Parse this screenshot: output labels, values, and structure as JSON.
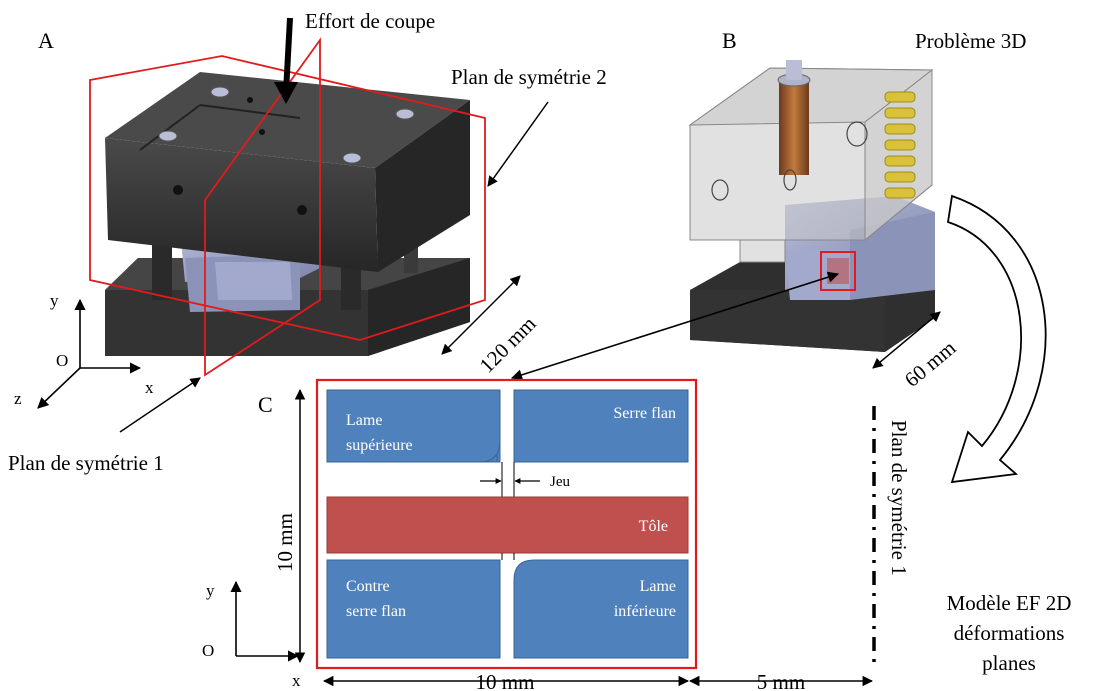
{
  "panels": {
    "a": "A",
    "b": "B",
    "c": "C"
  },
  "top": {
    "effort": "Effort de coupe",
    "plan2": "Plan de symétrie 2",
    "plan1": "Plan de symétrie 1",
    "probleme3d": "Problème 3D",
    "dim120": "120 mm",
    "dim60": "60 mm"
  },
  "axes_top": {
    "y": "y",
    "o": "O",
    "x": "x",
    "z": "z"
  },
  "model": {
    "lame_sup_1": "Lame",
    "lame_sup_2": "supérieure",
    "serre_flan": "Serre flan",
    "jeu": "Jeu",
    "tole": "Tôle",
    "contre_1": "Contre",
    "contre_2": "serre flan",
    "lame_inf_1": "Lame",
    "lame_inf_2": "inférieure",
    "dim10_v": "10 mm",
    "dim10_h": "10 mm",
    "dim5": "5 mm",
    "plan1_vert": "Plan de symétrie 1",
    "modele_1": "Modèle EF 2D",
    "modele_2": "déformations",
    "modele_3": "planes"
  },
  "axes_bottom": {
    "y": "y",
    "o": "O",
    "x": "x"
  },
  "colors": {
    "blue_block": "#4f81bd",
    "red_block": "#c0504d",
    "frame_red": "#e31a1c",
    "tool_dark": "#3a3a3a",
    "steel": "#9fa6c8",
    "transparent_gray": "#c9c9c9",
    "spring_yellow": "#d9c23a",
    "rod_orange": "#a0522d"
  }
}
